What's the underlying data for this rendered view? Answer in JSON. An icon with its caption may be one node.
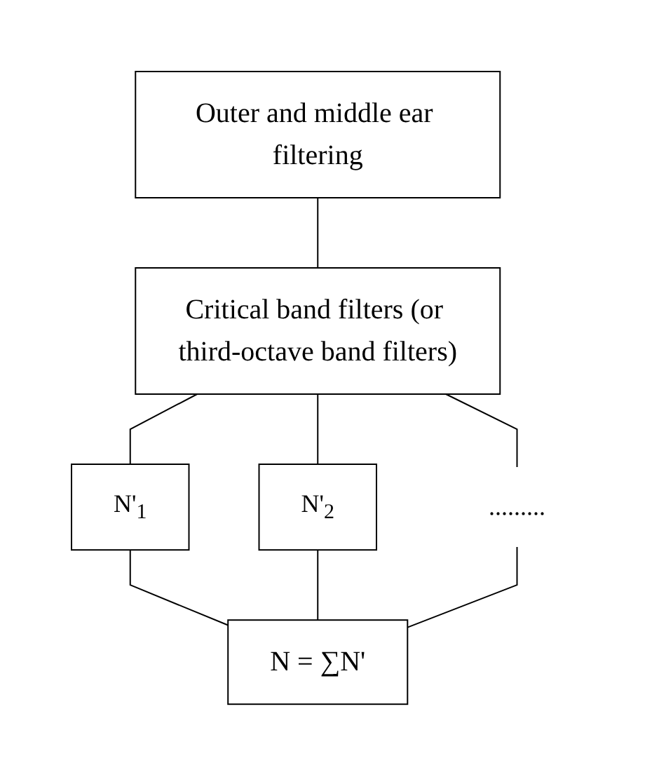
{
  "diagram": {
    "nodes": [
      {
        "text": [
          "Outer and middle ear filtering"
        ]
      },
      {
        "text": [
          "Critical band filters (or third-octave band filters)"
        ]
      },
      {
        "text": [
          "N'$_{1}$"
        ]
      },
      {
        "text": [
          "N'$_{2}$"
        ]
      },
      {
        "text": [
          "........."
        ]
      },
      {
        "text": [
          "N = ∑N'"
        ]
      }
    ],
    "edges": [
      {
        "from": 0,
        "to": 1,
        "arrow": "none"
      },
      {
        "from": 1,
        "to": 2,
        "arrow": "none"
      },
      {
        "from": 1,
        "to": 3,
        "arrow": "none"
      },
      {
        "from": 1,
        "to": 4,
        "arrow": "none"
      },
      {
        "from": 2,
        "to": 5,
        "arrow": "none"
      },
      {
        "from": 3,
        "to": 5,
        "arrow": "none"
      },
      {
        "from": 4,
        "to": 5,
        "arrow": "none"
      }
    ]
  }
}
